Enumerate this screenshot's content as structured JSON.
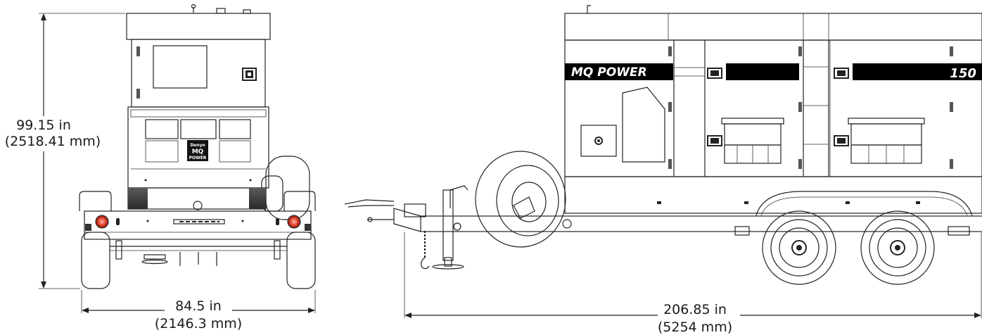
{
  "dimensions": {
    "height_in": "99.15 in",
    "height_mm": "(2518.41 mm)",
    "width_in": "84.5 in",
    "width_mm": "(2146.3 mm)",
    "length_in": "206.85 in",
    "length_mm": "(5254 mm)"
  },
  "branding": {
    "side_logo": "MQ POWER",
    "model_badge": "150",
    "front_logo_top": "Denyo",
    "front_logo_mid": "MQ",
    "front_logo_bottom": "POWER"
  },
  "colors": {
    "line": "#222222",
    "panel_fill": "#f4f4f4",
    "band": "#000000"
  }
}
